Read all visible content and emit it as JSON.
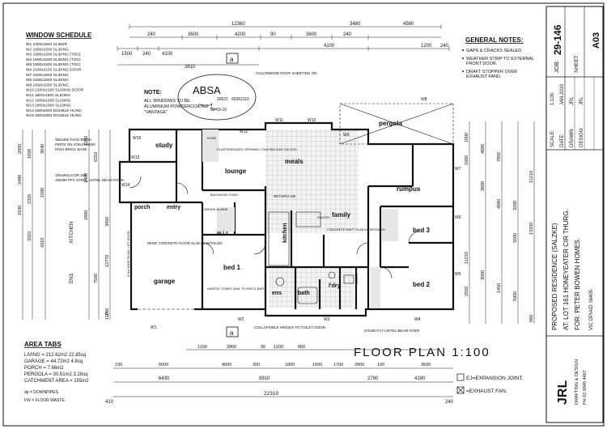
{
  "schedule": {
    "title": "WINDOW SCHEDULE",
    "rows": [
      "W1  1000x1500 SLIDER",
      "W2  1800x1500 SLIDING",
      "W3  1800x1500 SLIDING (TOG)",
      "W4  1800x1500 SLIDING (TOG)",
      "W5  1800x1500 SLIDING (TOG)",
      "W6  2100x2100 SLIDING DOOR",
      "W7  1500x1500 SLIDING",
      "W8  1500x1500 SLIDING",
      "W9  1500x1500 SLIDING",
      "W10 2100x2100 SLIDING DOOR",
      "W11 1800x1500 SLIDING",
      "W12 1800x1500 SLIDING",
      "W13 1800x1500 SLIDING",
      "W14 1800x900  DOUBLE HUNG",
      "W15 1800x900  DOUBLE HUNG"
    ]
  },
  "note": {
    "title": "NOTE:",
    "lines": [
      "ALL WINDOWS TO BE",
      "ALUMINIUM POWDERCOATED",
      "\"VANTAGE\""
    ]
  },
  "general_notes": {
    "title": "GENERAL NOTES:",
    "items": [
      "GAPS & CRACKS SEALED.",
      "WEATHER STRIP TO EXTERNAL",
      "FRONT DOOR.",
      "DRAFT STOPPER OVER",
      "EXHAUST FAND."
    ]
  },
  "stamp": {
    "logo": "ABSA",
    "ref": "20621",
    "cert": "60362110",
    "date": "03-03-10"
  },
  "rooms": {
    "study": "study",
    "lounge": "lounge",
    "meals": "meals",
    "pergola": "pergola",
    "rumpus": "rumpus",
    "porch": "porch",
    "entry": "entry",
    "wir": "w.i.r.",
    "kitchen": "kitchen",
    "family": "family",
    "bed3": "bed 3",
    "bed1": "bed 1",
    "garage": "garage",
    "ens": "ens",
    "bath": "bath",
    "ldry": "l'dry",
    "bed2": "bed 2"
  },
  "annotations": {
    "colorbond": "COLORBOND ROOF SHEETING ON",
    "plasterboard": "PLASTERBOARD OPENING CONFIRM SIZE ON SITE.",
    "bulkhead": "BULKHEAD OVER.",
    "return_air": "RETURN AIR.",
    "concrete_slab": "CONCRETE RAFT SLAB AS DETAILED.",
    "reinf": "REINF CONCRETE FLOOR SLAB AS DETAILED.",
    "panel_door": "5.0m WIDE PANEL LIFT DOOR.",
    "collapsible": "COLLAPSIBLE HINGES TO TOILET DOOR.",
    "heated": "HEATED TOWEL RAIL TO ENS & BATH.",
    "pfc": "150x90 PFC STEEL LINTEL BEAM OVER.",
    "lintel_275": "275x50 F17 LINTEL BEAM OVER.",
    "smoke": "SMOKE ALARM",
    "robe": "ROBE",
    "linen": "LINEN",
    "pantry": "PANTRY"
  },
  "windows": [
    "W1",
    "W2",
    "W3",
    "W4",
    "W5",
    "W6",
    "W7",
    "W8",
    "W9",
    "W10",
    "W11",
    "W12",
    "W13",
    "W14",
    "W15"
  ],
  "dimensions": {
    "top_total": "12360",
    "top_row2": [
      "240",
      "3600",
      "4200",
      "90",
      "3600",
      "240"
    ],
    "top_row3": [
      "1500",
      "240",
      "4100",
      "3810",
      "3480",
      "4580"
    ],
    "top_misc": [
      "4100",
      "3480",
      "1200",
      "240"
    ],
    "bottom_row1": [
      "1100",
      "2800",
      "90",
      "1200",
      "800"
    ],
    "bottom_row2": [
      "230",
      "6000",
      "4000",
      "300",
      "1800",
      "1600",
      "1700",
      "2800",
      "100",
      "3500"
    ],
    "bottom_row3": [
      "6430",
      "8910",
      "2780",
      "4190"
    ],
    "bottom_total": "22310",
    "bottom_edges": [
      "410",
      "240"
    ],
    "left_dims": [
      "2000",
      "2480",
      "1630",
      "1650",
      "2320",
      "3310",
      "3640",
      "1580",
      "4310",
      "1260",
      "1400",
      "2890",
      "6310",
      "7500",
      "3450",
      "12770",
      "240",
      "110"
    ],
    "right_dims": [
      "1000",
      "1660",
      "4680",
      "3600",
      "7850",
      "4960",
      "3200",
      "5500",
      "11210",
      "13330",
      "11210",
      "2550",
      "3000",
      "1450",
      "5000",
      "660"
    ]
  },
  "area_tabs": {
    "title": "AREA TABS",
    "lines": [
      "LIVING = 212.62m2 22.85sq",
      "GARAGE = 44.72m2  4.8sq",
      "PORCH = 7.66m2",
      "PERGOLA = 30.51m2  3.28sq",
      "CATCHMENT AREA = 155m2"
    ],
    "dp": "dp = DOWNPIPES.",
    "fw": "FW = FLOOR WASTE."
  },
  "plan_title": "FLOOR PLAN 1:100",
  "legend": {
    "ej": "EJ=EXPANSION JOINT.",
    "ef": "=EXHAUST FAN."
  },
  "title_block": {
    "job_label": "JOB:",
    "job": "29-146",
    "sheet_label": "SHEET:",
    "sheet": "A03",
    "scale_label": "SCALE:",
    "scale": "1:100",
    "date_label": "DATE:",
    "date": "JAN.2010",
    "drawn_label": "DRAWN:",
    "drawn": "JRL",
    "design_label": "DESIGN:",
    "design": "JRL",
    "project": "PROPOSED RESIDENCE (SALZKE)",
    "address": "AT: LOT 161 HONEYEATER CIR THURG.",
    "client": "FOR: PETER BOWEN HOMES.",
    "vic_dpiaid": "VIC DPIAID 16405",
    "firm": "JRL",
    "firm_sub": "DRAFTING & DESIGN",
    "phone": "PH 02 6946 4467"
  }
}
